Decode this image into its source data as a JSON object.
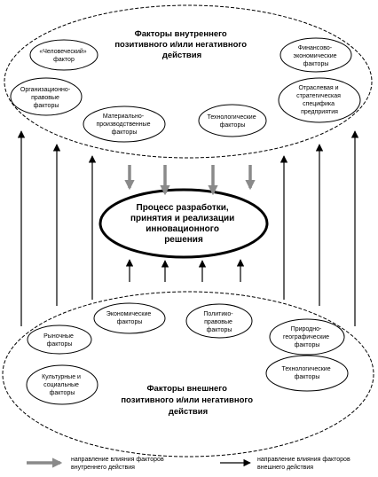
{
  "diagram": {
    "internal_title": [
      "Факторы внутреннего",
      "позитивного и/или негативного",
      "действия"
    ],
    "external_title": [
      "Факторы внешнего",
      "позитивного и/или негативного",
      "действия"
    ],
    "center": [
      "Процесс разработки,",
      "принятия и реализации",
      "инновационного",
      "решения"
    ],
    "internal_factors": [
      [
        "«Человеческий»",
        "фактор"
      ],
      [
        "Организационно-",
        "правовые",
        "факторы"
      ],
      [
        "Материально-",
        "производственные",
        "факторы"
      ],
      [
        "Технологические",
        "факторы"
      ],
      [
        "Финансово-",
        "экономические",
        "факторы"
      ],
      [
        "Отраслевая и",
        "стратегическая",
        "специфика",
        "предприятия"
      ]
    ],
    "external_factors": [
      [
        "Экономические",
        "факторы"
      ],
      [
        "Политико-",
        "правовые",
        "факторы"
      ],
      [
        "Рыночные",
        "факторы"
      ],
      [
        "Природно-",
        "географические",
        "факторы"
      ],
      [
        "Культурные и",
        "социальные",
        "факторы"
      ],
      [
        "Технологические",
        "факторы"
      ]
    ],
    "legend": {
      "internal": [
        "направление влияния факторов",
        "внутреннего действия"
      ],
      "external": [
        "направление влияния факторов",
        "внешнего действия"
      ]
    },
    "colors": {
      "gray_arrow": "#8a8a8a",
      "black": "#000000"
    }
  }
}
